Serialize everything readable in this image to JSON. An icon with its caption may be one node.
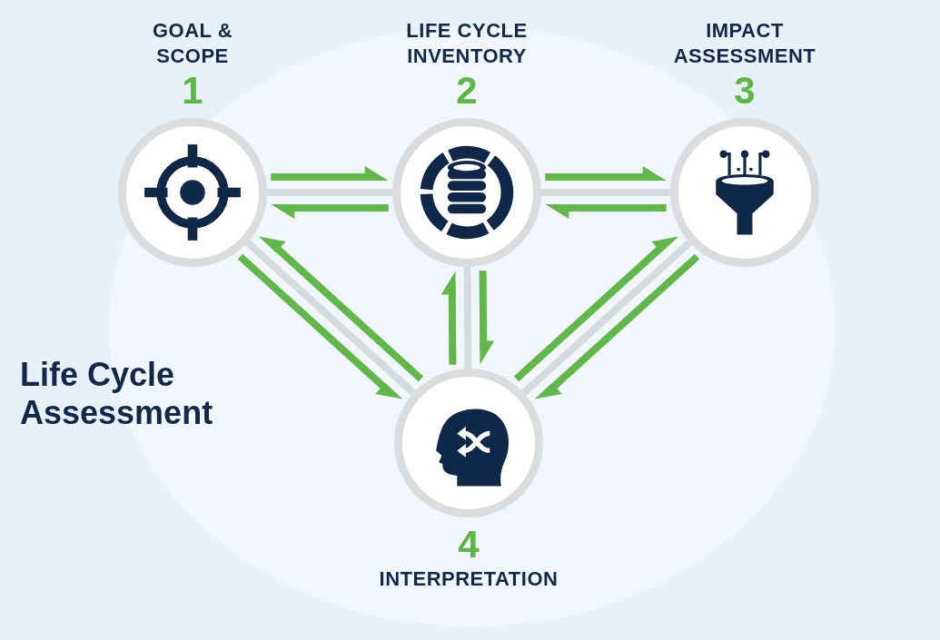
{
  "diagram": {
    "title": "Life Cycle Assessment",
    "nodes": [
      {
        "text": [
          "GOAL & SCOPE",
          "1"
        ]
      },
      {
        "text": [
          "LIFE CYCLE INVENTORY",
          "2"
        ]
      },
      {
        "text": [
          "IMPACT ASSESSMENT",
          "3"
        ]
      },
      {
        "text": [
          "4",
          "INTERPRETATION"
        ]
      }
    ],
    "edges": [
      {
        "from": 0,
        "to": 1,
        "arrow": "to"
      },
      {
        "from": 1,
        "to": 0,
        "arrow": "to"
      },
      {
        "from": 1,
        "to": 2,
        "arrow": "to"
      },
      {
        "from": 2,
        "to": 1,
        "arrow": "to"
      },
      {
        "from": 0,
        "to": 3,
        "arrow": "to"
      },
      {
        "from": 3,
        "to": 0,
        "arrow": "to"
      },
      {
        "from": 3,
        "to": 1,
        "arrow": "to"
      },
      {
        "from": 1,
        "to": 3,
        "arrow": "to"
      },
      {
        "from": 3,
        "to": 2,
        "arrow": "to"
      },
      {
        "from": 2,
        "to": 3,
        "arrow": "to"
      },
      {
        "from": 0,
        "to": 1,
        "arrow": "none",
        "color": "#d7dadc"
      },
      {
        "from": 1,
        "to": 2,
        "arrow": "none",
        "color": "#d7dadc"
      },
      {
        "from": 0,
        "to": 3,
        "arrow": "none",
        "color": "#d7dadc"
      },
      {
        "from": 1,
        "to": 3,
        "arrow": "none",
        "color": "#d7dadc"
      },
      {
        "from": 2,
        "to": 3,
        "arrow": "none",
        "color": "#d7dadc"
      }
    ]
  }
}
